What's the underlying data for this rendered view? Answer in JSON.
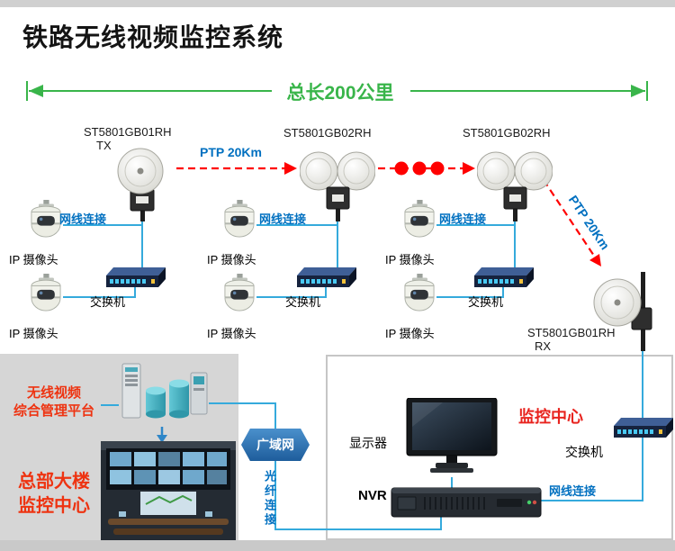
{
  "title": "铁路无线视频监控系统",
  "measure": {
    "label": "总长200公里"
  },
  "antennas": {
    "tx": {
      "model": "ST5801GB01RH",
      "role": "TX"
    },
    "mid1": {
      "model": "ST5801GB02RH"
    },
    "mid2": {
      "model": "ST5801GB02RH"
    },
    "rx": {
      "model": "ST5801GB01RH",
      "role": "RX"
    }
  },
  "labels": {
    "ptp": "PTP 20Km",
    "cable": "网线连接",
    "camera": "IP 摄像头",
    "switch": "交换机",
    "fiber": "光纤连接",
    "wan": "广域网",
    "monitor": "显示器",
    "nvr": "NVR"
  },
  "left_panel": {
    "platform_line1": "无线视频",
    "platform_line2": "综合管理平台",
    "hq_line1": "总部大楼",
    "hq_line2": "监控中心"
  },
  "right_panel": {
    "center": "监控中心"
  },
  "colors": {
    "measure_green": "#39b54a",
    "link_blue_text": "#0070c0",
    "ptp_red": "#ff0000",
    "cable_cyan": "#35aadc",
    "accent_red_left": "#ee3311",
    "accent_red_right": "#e8231e",
    "panel_gray": "#d6d6d6"
  }
}
